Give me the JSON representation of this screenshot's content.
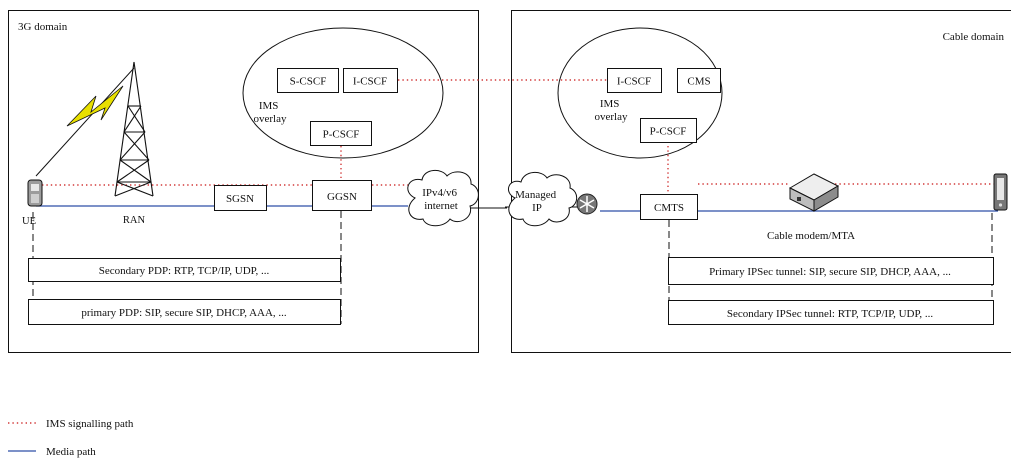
{
  "domains": {
    "left_title": "3G domain",
    "right_title": "Cable domain"
  },
  "nodes": {
    "scscf": "S-CSCF",
    "icscf_left": "I-CSCF",
    "pcscf_left": "P-CSCF",
    "ims_overlay_left": [
      "IMS",
      "overlay"
    ],
    "icscf_right": "I-CSCF",
    "cms": "CMS",
    "pcscf_right": "P-CSCF",
    "ims_overlay_right": [
      "IMS",
      "overlay"
    ],
    "sgsn": "SGSN",
    "ggsn": "GGSN",
    "internet": [
      "IPv4/v6",
      "internet"
    ],
    "managed_ip": [
      "Managed",
      "IP"
    ],
    "cmts": "CMTS",
    "ue": "UE",
    "ran": "RAN",
    "cable_modem": "Cable modem/MTA"
  },
  "tunnels": {
    "secondary_pdp": "Secondary PDP: RTP, TCP/IP, UDP, ...",
    "primary_pdp": "primary PDP: SIP, secure SIP, DHCP, AAA, ...",
    "primary_ipsec": "Primary IPSec tunnel: SIP, secure SIP, DHCP, AAA, ...",
    "secondary_ipsec": "Secondary IPSec tunnel: RTP, TCP/IP, UDP, ..."
  },
  "legend": {
    "signalling": "IMS signalling path",
    "media": "Media path"
  },
  "colors": {
    "signalling": "#d23a3a",
    "media": "#2f4fa8",
    "lightning": "#e8e000"
  }
}
